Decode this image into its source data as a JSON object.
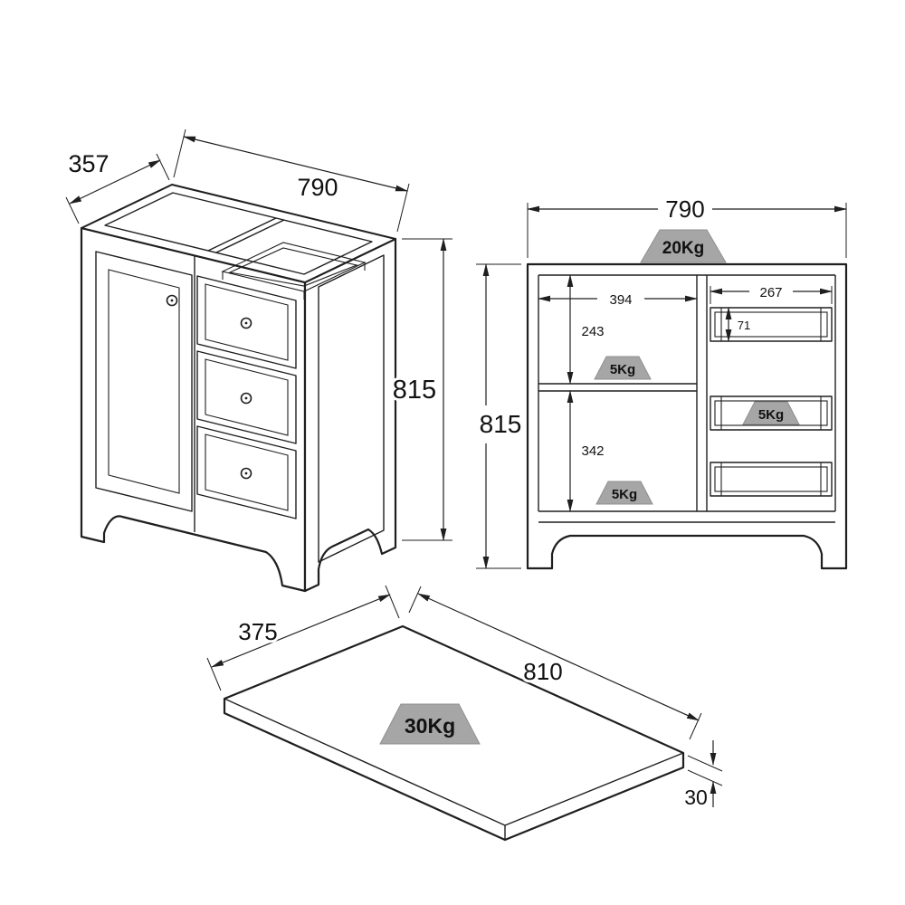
{
  "colors": {
    "line": "#1f1f1f",
    "badge": "#a6a6a6",
    "text": "#111111",
    "background": "#ffffff"
  },
  "isometric_view": {
    "depth_mm": "357",
    "width_mm": "790",
    "height_mm": "815"
  },
  "front_view": {
    "width_mm": "790",
    "height_mm": "815",
    "top_load": "20Kg",
    "left_compartment_width_mm": "394",
    "upper_compartment_height_mm": "243",
    "lower_compartment_height_mm": "342",
    "upper_shelf_load": "5Kg",
    "lower_shelf_load": "5Kg",
    "drawer_width_mm": "267",
    "drawer_height_mm": "71",
    "drawer_load": "5Kg"
  },
  "top_panel_view": {
    "depth_mm": "375",
    "width_mm": "810",
    "thickness_mm": "30",
    "load": "30Kg"
  }
}
